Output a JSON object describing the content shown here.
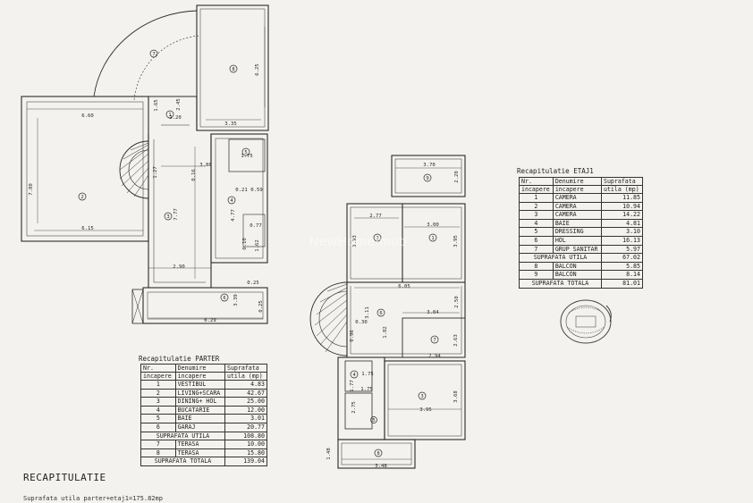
{
  "plan_parter": {
    "dims": [
      "6.60",
      "1.65",
      "2.20",
      "2.45",
      "3.35",
      "6.25",
      "7.80",
      "1.27",
      "3.88",
      "0.16",
      "7.77",
      "4.77",
      "1.75",
      "0.21",
      "0.59",
      "0.77",
      "1.62",
      "0.10",
      "6.15",
      "2.90",
      "0.25",
      "3.39",
      "6.29",
      "0.25"
    ],
    "rooms": [
      "1",
      "2",
      "3",
      "4",
      "5",
      "6",
      "7",
      "8"
    ]
  },
  "plan_etaj": {
    "dims": [
      "3.70",
      "2.20",
      "2.77",
      "3.00",
      "3.93",
      "3.95",
      "6.05",
      "2.50",
      "3.11",
      "3.04",
      "0.96",
      "0.30",
      "1.82",
      "2.63",
      "2.94",
      "1.75",
      "1.77",
      "1.75",
      "3.68",
      "2.75",
      "3.95",
      "1.48",
      "3.48"
    ],
    "rooms": [
      "1",
      "2",
      "3",
      "4",
      "5",
      "6",
      "7",
      "8",
      "9"
    ]
  },
  "watermark": "NewHomeImob",
  "table_etaj": {
    "title": "Recapitulatie ETAJ1",
    "headers": [
      "Nr.",
      "Denumire",
      "Suprafata"
    ],
    "headers2": [
      "incapere",
      "incapere",
      "utila (mp)"
    ],
    "rows": [
      {
        "nr": "1",
        "name": "CAMERA",
        "area": "11.85"
      },
      {
        "nr": "2",
        "name": "CAMERA",
        "area": "10.94"
      },
      {
        "nr": "3",
        "name": "CAMERA",
        "area": "14.22"
      },
      {
        "nr": "4",
        "name": "BAIE",
        "area": "4.81"
      },
      {
        "nr": "5",
        "name": "DRESSING",
        "area": "3.10"
      },
      {
        "nr": "6",
        "name": "HOL",
        "area": "16.13"
      },
      {
        "nr": "7",
        "name": "GRUP SANITAR",
        "area": "5.97"
      }
    ],
    "util_label": "SUPRAFATA UTILA",
    "util_value": "67.02",
    "extra_rows": [
      {
        "nr": "8",
        "name": "BALCON",
        "area": "5.85"
      },
      {
        "nr": "9",
        "name": "BALCON",
        "area": "8.14"
      }
    ],
    "total_label": "SUPRAFATA TOTALA",
    "total_value": "81.01"
  },
  "table_parter": {
    "title": "Recapitulatie PARTER",
    "headers": [
      "Nr.",
      "Denumire",
      "Suprafata"
    ],
    "headers2": [
      "incapere",
      "incapere",
      "utila (mp)"
    ],
    "rows": [
      {
        "nr": "1",
        "name": "VESTIBUL",
        "area": "4.83"
      },
      {
        "nr": "2",
        "name": "LIVING+SCARA",
        "area": "42.67"
      },
      {
        "nr": "3",
        "name": "DINING+ HOL",
        "area": "25.00"
      },
      {
        "nr": "4",
        "name": "BUCATARIE",
        "area": "12.00"
      },
      {
        "nr": "5",
        "name": "BAIE",
        "area": "3.01"
      },
      {
        "nr": "6",
        "name": "GARAJ",
        "area": "20.77"
      }
    ],
    "util_label": "SUPRAFATA UTILA",
    "util_value": "108.80",
    "extra_rows": [
      {
        "nr": "7",
        "name": "TERASA",
        "area": "10.00"
      },
      {
        "nr": "8",
        "name": "TERASA",
        "area": "15.80"
      }
    ],
    "total_label": "SUPRAFATA TOTALA",
    "total_value": "139.04"
  },
  "recap": {
    "title": "RECAPITULATIE",
    "subtitle": "Suprafata utila parter+etaj1=175.82mp"
  }
}
